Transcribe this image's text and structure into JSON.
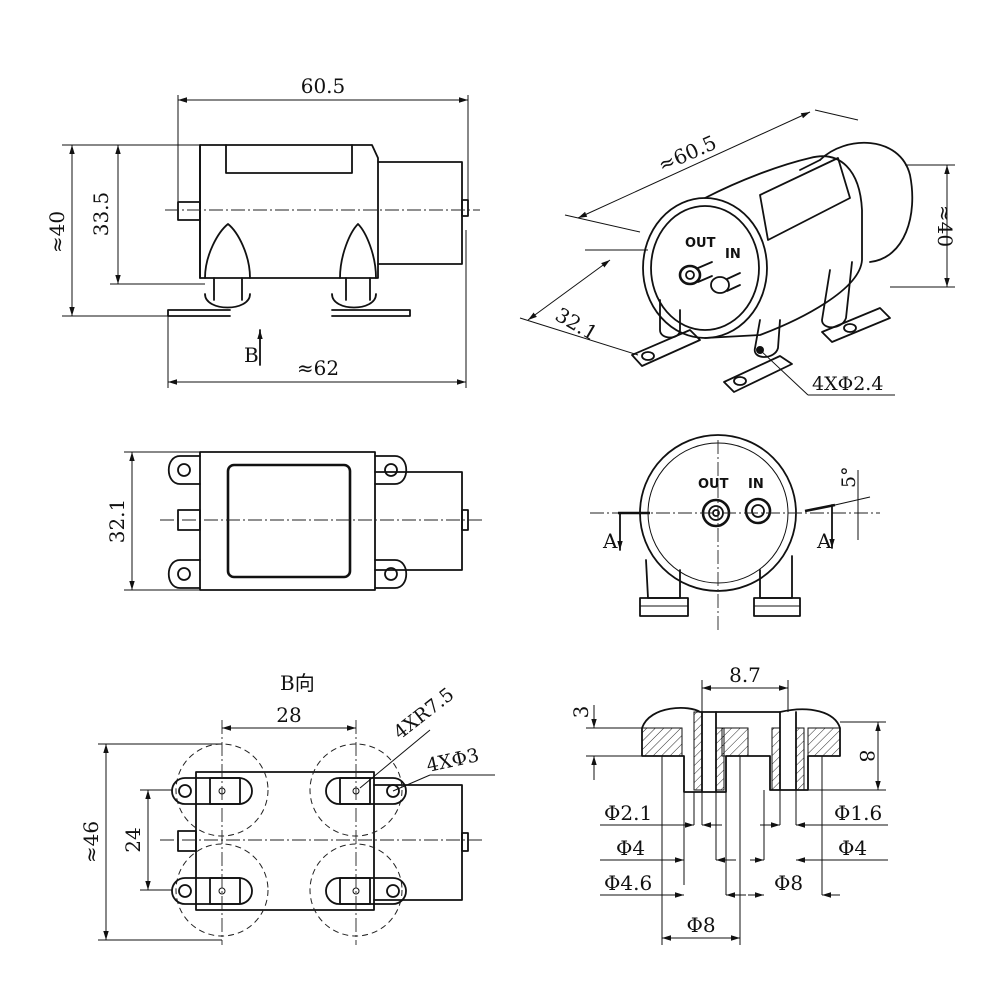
{
  "top_view": {
    "length": "60.5",
    "height_total": "≈40",
    "height_body": "33.5",
    "base_length": "≈62",
    "view_arrow": "B"
  },
  "iso_view": {
    "length": "≈60.5",
    "height": "≈40",
    "width": "32.1",
    "holes": "4XΦ2.4",
    "port_out": "OUT",
    "port_in": "IN"
  },
  "plan_view": {
    "width": "32.1"
  },
  "end_view": {
    "port_out": "OUT",
    "port_in": "IN",
    "angle": "5°",
    "section_left": "A",
    "section_right": "A"
  },
  "bottom_view": {
    "title": "B向",
    "spacing_x": "28",
    "spacing_y": "24",
    "overall": "≈46",
    "radius": "4XR7.5",
    "hole_dia": "4XΦ3"
  },
  "section_view": {
    "port_spacing": "8.7",
    "depth": "3",
    "length": "8",
    "d_out_inner": "Φ2.1",
    "d_in_inner": "Φ1.6",
    "d_out_mid": "Φ4",
    "d_in_mid": "Φ4",
    "d_out_outer": "Φ4.6",
    "d_in_outer": "Φ8",
    "d_base": "Φ8"
  }
}
